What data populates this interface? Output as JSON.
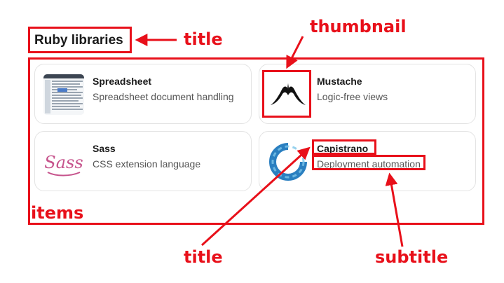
{
  "section": {
    "title": "Ruby libraries"
  },
  "items": [
    {
      "title": "Spreadsheet",
      "subtitle": "Spreadsheet document handling",
      "icon": "spreadsheet-thumbnail"
    },
    {
      "title": "Mustache",
      "subtitle": "Logic-free views",
      "icon": "mustache-curly-brace-thumbnail"
    },
    {
      "title": "Sass",
      "subtitle": "CSS extension language",
      "icon": "sass-logo-thumbnail"
    },
    {
      "title": "Capistrano",
      "subtitle": "Deployment automation",
      "icon": "capistrano-logo-thumbnail"
    }
  ],
  "annotations": {
    "title_label": "title",
    "thumbnail_label": "thumbnail",
    "items_label": "items",
    "title2_label": "title",
    "subtitle_label": "subtitle",
    "color": "#e8101a"
  },
  "logos": {
    "sass_text": "Sass"
  }
}
